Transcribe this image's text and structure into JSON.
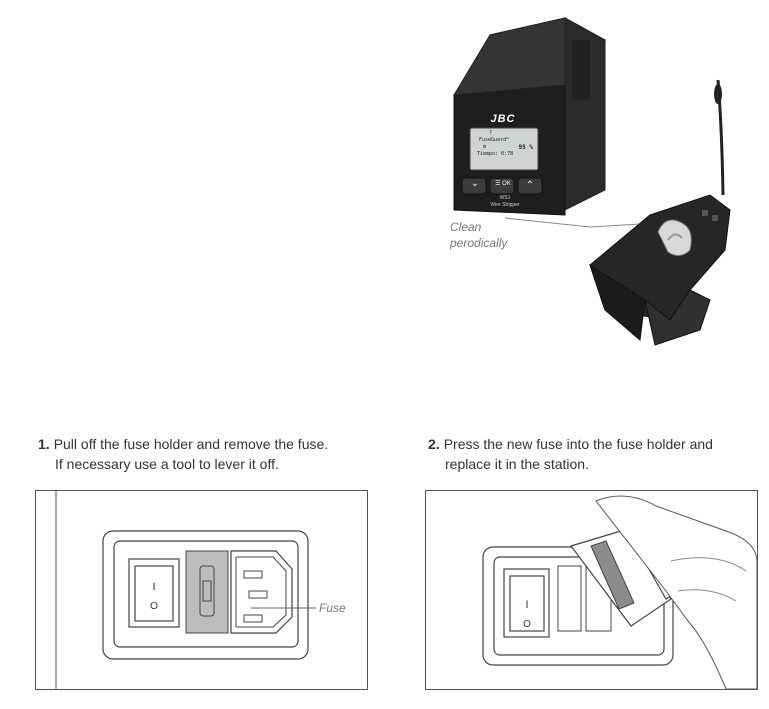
{
  "figure_top": {
    "brand": "JBC",
    "screen": {
      "line1": "?",
      "line2": "FuseGuard™",
      "line3": "m",
      "percent": "95 %",
      "line4": "Tiempo: 0:78"
    },
    "buttons": {
      "down": "⌄",
      "menu": "☰ OK",
      "up": "⌃"
    },
    "model_line1": "WS1",
    "model_line2": "Wire Stripper",
    "callout_line1": "Clean",
    "callout_line2": "perodically"
  },
  "steps": [
    {
      "number": "1.",
      "line1": "Pull off the fuse holder and remove the fuse.",
      "line2": "If necessary use a tool to lever it off."
    },
    {
      "number": "2.",
      "line1": "Press the new fuse into the fuse holder and",
      "line2": "replace it in the station."
    }
  ],
  "switch_on_symbol": "I",
  "switch_off_symbol": "O",
  "fuse_label": "Fuse"
}
